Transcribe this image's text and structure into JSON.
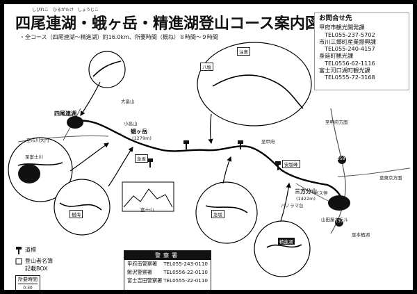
{
  "title": {
    "text": "四尾連湖・蛾ヶ岳・精進湖登山コース案内図",
    "ruby": "しびれこ　ひるがたけ　しょうじこ",
    "subtitle": "・全コース（四尾連湖～精進湖）約16.0km、所要時間（概ね）８時間～９時間"
  },
  "contacts": {
    "heading": "お問合せ先",
    "items": [
      {
        "name": "甲府市観光開発課",
        "tel": "TEL055-237-5702"
      },
      {
        "name": "市川三郷町産業振興課",
        "tel": "TEL055-240-4157"
      },
      {
        "name": "身延町観光課",
        "tel": "TEL0556-62-1116"
      },
      {
        "name": "富士河口湖町観光課",
        "tel": "TEL0555-72-3168"
      }
    ]
  },
  "police": {
    "heading": "警察署",
    "items": [
      {
        "name": "甲府南警察署",
        "tel": "TEL055-243-0110"
      },
      {
        "name": "鰍沢警察署",
        "tel": "TEL0556-22-0110"
      },
      {
        "name": "富士吉田警察署",
        "tel": "TEL0555-22-0110"
      }
    ]
  },
  "legend": {
    "signpost": "道標",
    "box_line1": "登山者名簿",
    "box_line2": "記載BOX",
    "time_label": "所要時間",
    "time_sample": "0:30"
  },
  "map": {
    "tags": {
      "chizumen": "注意",
      "hachiban": "八坂",
      "anpa": "安坂峰",
      "seishin": "精進湖",
      "kyuhaku": "急坂",
      "kyuhaku2": "急坂",
      "jukai": "樹海"
    },
    "places": {
      "shibireko": "四尾連湖",
      "hirugatake": "蛾ヶ岳",
      "hirugatake_elev": "(1279m)",
      "omaru": "大畠山",
      "koshibata": "小高山",
      "sannogoya": "三方分山",
      "sannogoya_elev": "(1422m)",
      "parakinu": "パノラマ台",
      "bus": "バス停",
      "fuji": "富士山",
      "tokyo": "至東京方面",
      "kofu": "至甲府方面",
      "ichikawa": "至市川大門",
      "fujikawa": "至富士川",
      "minobu": "至本栖湖",
      "kofu2": "至甲府",
      "yamada": "山田屋ホテル",
      "route139": "139",
      "route358": "358"
    }
  }
}
